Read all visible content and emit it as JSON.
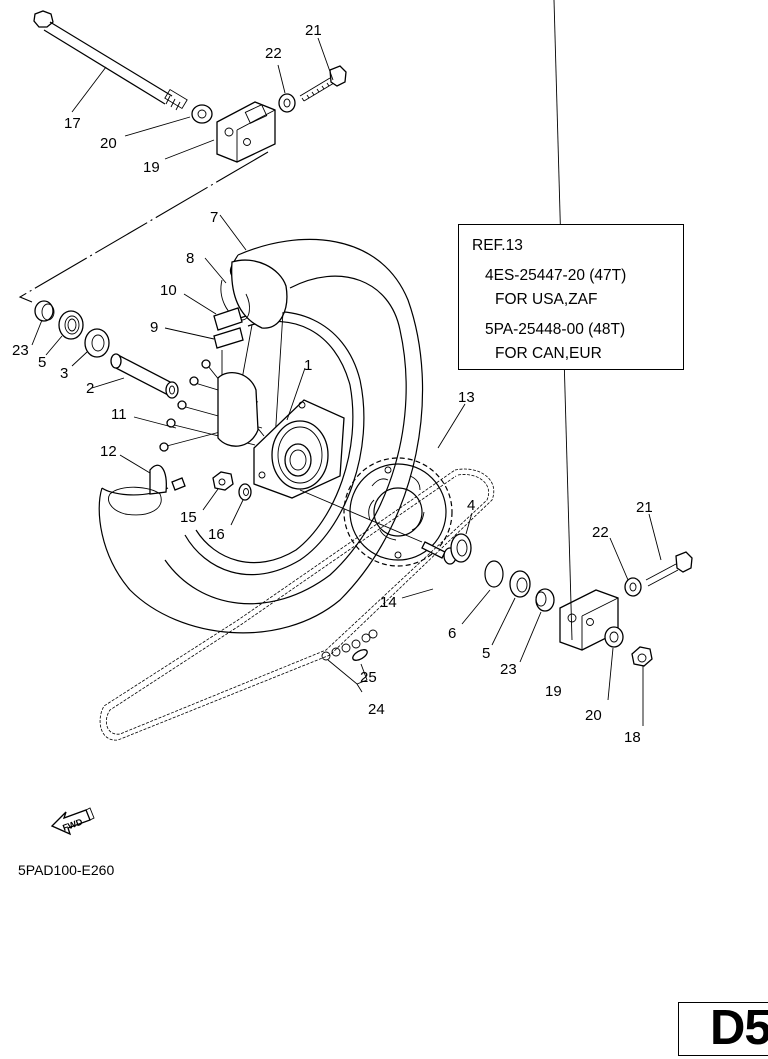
{
  "diagram": {
    "type": "exploded parts diagram",
    "subject": "Rear wheel assembly",
    "callouts": {
      "c1": "1",
      "c2": "2",
      "c3": "3",
      "c4": "4",
      "c5a": "5",
      "c5b": "5",
      "c6": "6",
      "c7": "7",
      "c8": "8",
      "c9": "9",
      "c10": "10",
      "c11": "11",
      "c12": "12",
      "c13": "13",
      "c14": "14",
      "c15": "15",
      "c16": "16",
      "c17": "17",
      "c18": "18",
      "c19a": "19",
      "c19b": "19",
      "c20a": "20",
      "c20b": "20",
      "c21a": "21",
      "c21b": "21",
      "c22a": "22",
      "c22b": "22",
      "c23a": "23",
      "c23b": "23",
      "c24": "24",
      "c25": "25"
    },
    "reference_note": {
      "title": "REF.13",
      "line1": "4ES-25447-20 (47T)",
      "line2": "FOR USA,ZAF",
      "line3": "5PA-25448-00 (48T)",
      "line4": "FOR CAN,EUR"
    },
    "fwd_arrow_label": "FWD",
    "drawing_code": "5PAD100-E260",
    "page_code": "D5"
  }
}
